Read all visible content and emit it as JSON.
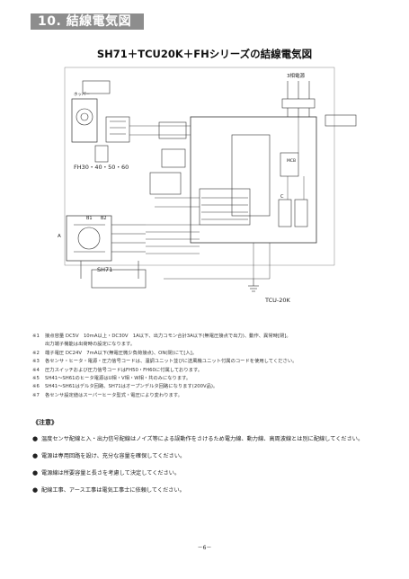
{
  "section": {
    "number": "10.",
    "title": "結線電気図"
  },
  "title": "SH71＋TCU20K＋FHシリーズの結線電気図",
  "diagram": {
    "label_fh": "FH30・40・50・60",
    "label_sh": "SH71",
    "label_tcu": "TCU-20K",
    "label_3phase": "3相電源",
    "label_mcb": "MCB",
    "label_hopper": "ホッパー",
    "label_b1": "B1",
    "label_b2": "B2",
    "label_a": "A",
    "label_c": "C"
  },
  "notes": [
    {
      "mark": "※1",
      "text": "接点容量 DC5V　10mA以上・DC30V　1A以下、出力コモン合計3A以下(無電圧接点で出力)、動作、異常時[閉]。"
    },
    {
      "mark": "",
      "text": "出力端子機能は出荷時の設定になります。"
    },
    {
      "mark": "※2",
      "text": "端子電圧 DC24V　7mA以下(無電圧微少負荷接点)、ON(閉)にて[入]。"
    },
    {
      "mark": "※3",
      "text": "各センサ・ヒータ・電源・圧力信号コードは、温調ユニット並びに送風機ユニット付属のコードを使用してください。"
    },
    {
      "mark": "※4",
      "text": "圧力スイッチおよび圧力信号コードはFH50・FH60に付属しております。"
    },
    {
      "mark": "※5",
      "text": "SH41～SH61のヒータ電源はU相・V相・W相・共のみになります。"
    },
    {
      "mark": "※6",
      "text": "SH41～SH61はデルタ回路、SH71はオープンデルタ回路になります(200V品)。"
    },
    {
      "mark": "※7",
      "text": "各センサ設定値はスーパーヒータ型式・電圧により変わります。"
    }
  ],
  "caution": {
    "title": "《注意》",
    "items": [
      "温度センサ配線と入・出力信号配線はノイズ等による誤動作をさけるため電力線、動力線、高周波線とは別に配線してください。",
      "電源は専用回路を設け、充分な容量を確保してください。",
      "電源線は所要容量と長さを考慮して決定してください。",
      "配線工事、アース工事は電気工事士に依頼してください。"
    ]
  },
  "page_number": "－6－"
}
